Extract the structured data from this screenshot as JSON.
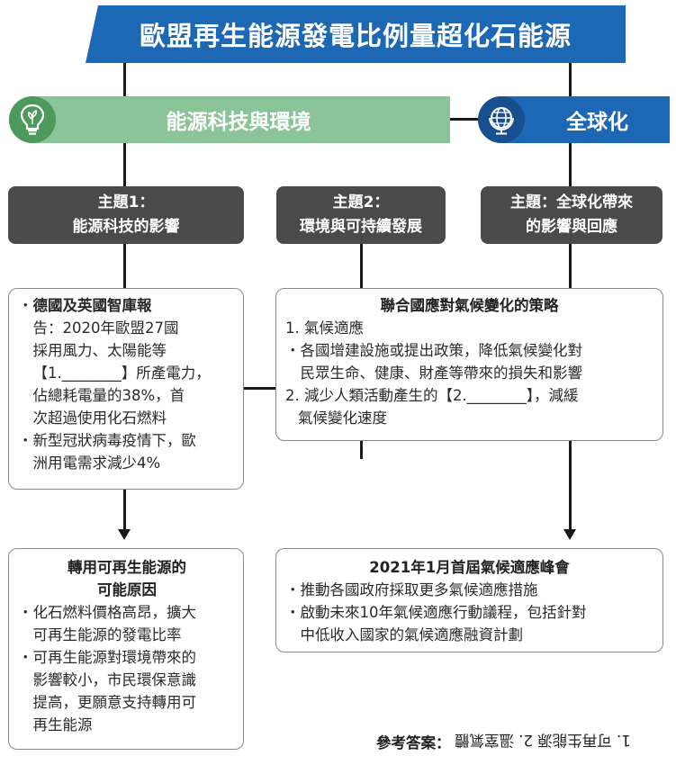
{
  "title": "歐盟再生能源發電比例量超化石能源",
  "categories": {
    "energy": {
      "label": "能源科技與環境",
      "icon": "lightbulb-icon",
      "color": "#8cc49a",
      "icon_color": "#4b9a5b"
    },
    "global": {
      "label": "全球化",
      "icon": "globe-icon",
      "color": "#1d68b4"
    }
  },
  "themes": [
    {
      "line1": "主題1：",
      "line2": "能源科技的影響"
    },
    {
      "line1": "主題2：",
      "line2": "環境與可持續發展"
    },
    {
      "line1": "主題：全球化帶來",
      "line2": "的影響與回應"
    }
  ],
  "box_left": {
    "bullets": [
      [
        "德國及英國智庫報",
        "告：2020年歐盟27國",
        "採用風力、太陽能等",
        "【1.________】所產電力，",
        "佔總耗電量的38%，首",
        "次超過使用化石燃料"
      ],
      [
        "新型冠狀病毒疫情下，歐",
        "洲用電需求減少4%"
      ]
    ]
  },
  "box_right": {
    "title": "聯合國應對氣候變化的策略",
    "item1": "1. 氣候適應",
    "item1_bullet": [
      "各國增建設施或提出政策，降低氣候變化對",
      "民眾生命、健康、財產等帶來的損失和影響"
    ],
    "item2": [
      "2. 減少人類活動產生的【2.________】，減緩",
      "氣候變化速度"
    ]
  },
  "box_bottom_left": {
    "title": [
      "轉用可再生能源的",
      "可能原因"
    ],
    "bullets": [
      [
        "化石燃料價格高昂，擴大",
        "可再生能源的發電比率"
      ],
      [
        "可再生能源對環境帶來的",
        "影響較小，市民環保意識",
        "提高，更願意支持轉用可",
        "再生能源"
      ]
    ]
  },
  "box_bottom_right": {
    "title": "2021年1月首屆氣候適應峰會",
    "bullets": [
      [
        "推動各國政府採取更多氣候適應措施"
      ],
      [
        "啟動未來10年氣候適應行動議程，包括針對",
        "中低收入國家的氣候適應融資計劃"
      ]
    ]
  },
  "answer": {
    "label": "參考答案：",
    "text": "1. 可再生能源 2. 溫室氣體"
  },
  "colors": {
    "title_bg": "#1d68b4",
    "theme_bg": "#4a4a4a",
    "line": "#1a1a1a"
  }
}
